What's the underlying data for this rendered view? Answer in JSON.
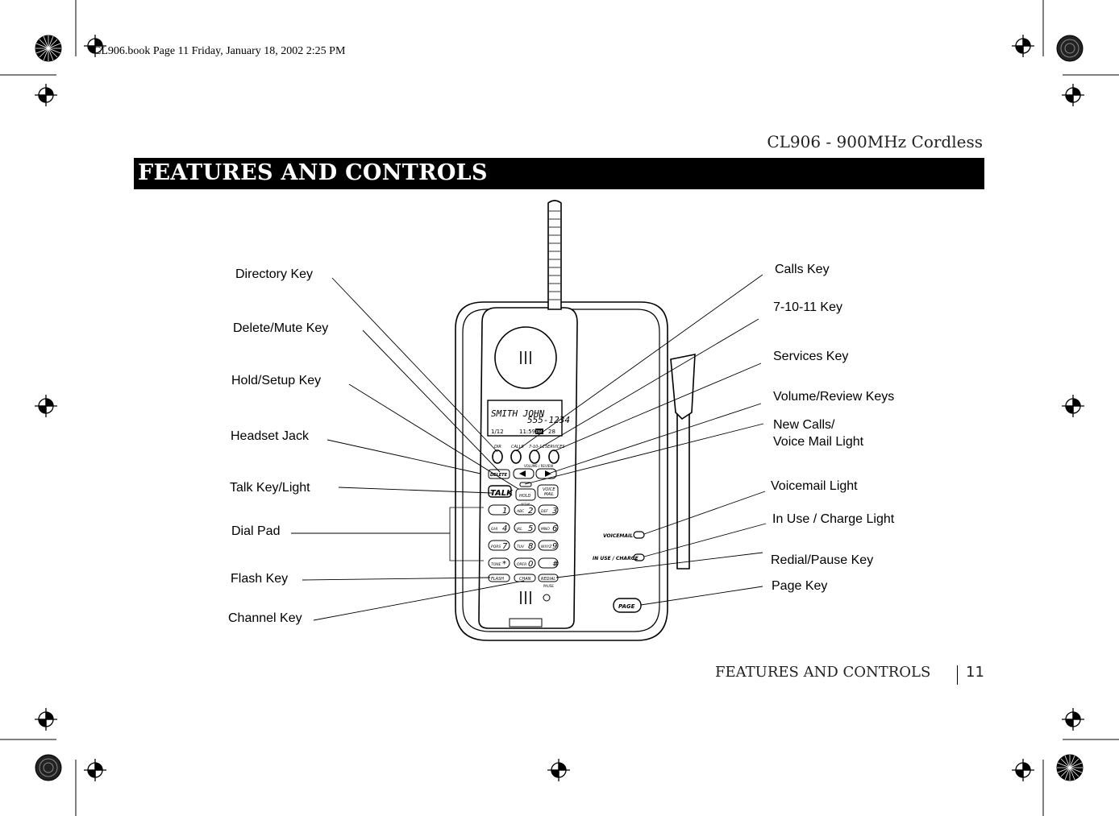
{
  "print_header": "CL906.book  Page 11  Friday, January 18, 2002  2:25 PM",
  "document_subtitle": "CL906 - 900MHz Cordless",
  "section_title": "FEATURES AND CONTROLS",
  "callouts_left": {
    "directory_key": "Directory Key",
    "delete_mute_key": "Delete/Mute Key",
    "hold_setup_key": "Hold/Setup Key",
    "headset_jack": "Headset Jack",
    "talk_key_light": "Talk Key/Light",
    "dial_pad": "Dial Pad",
    "flash_key": "Flash Key",
    "channel_key": "Channel Key"
  },
  "callouts_right": {
    "calls_key": "Calls Key",
    "seven_ten_eleven_key": "7-10-11 Key",
    "services_key": "Services Key",
    "volume_review_keys": "Volume/Review Keys",
    "new_calls_line1": "New Calls/",
    "new_calls_line2": "Voice Mail Light",
    "voicemail_light": "Voicemail Light",
    "in_use_charge_light": "In Use / Charge Light",
    "redial_pause_key": "Redial/Pause Key",
    "page_key": "Page Key"
  },
  "phone": {
    "display_name": "SMITH JOHN",
    "display_number": "555-1234",
    "display_date": "1/12",
    "display_time": "11:59",
    "display_ampm": "PM",
    "display_count": "28",
    "key_dir": "DIR",
    "key_calls": "CALLS",
    "key_7_10_11": "7-10-11",
    "key_services": "SERVICES",
    "key_delete": "DELETE",
    "volume_review": "VOLUME / REVIEW",
    "key_talk": "TALK",
    "key_hold": "HOLD",
    "key_voicemail_1": "VOICE",
    "key_voicemail_2": "MAIL",
    "setup": "SETUP",
    "keypad": [
      {
        "letters": "",
        "digit": "1"
      },
      {
        "letters": "ABC",
        "digit": "2"
      },
      {
        "letters": "DEF",
        "digit": "3"
      },
      {
        "letters": "GHI",
        "digit": "4"
      },
      {
        "letters": "JKL",
        "digit": "5"
      },
      {
        "letters": "MNO",
        "digit": "6"
      },
      {
        "letters": "PQRS",
        "digit": "7"
      },
      {
        "letters": "TUV",
        "digit": "8"
      },
      {
        "letters": "WXYZ",
        "digit": "9"
      },
      {
        "letters": "TONE",
        "digit": "*"
      },
      {
        "letters": "OPER",
        "digit": "0"
      },
      {
        "letters": "",
        "digit": "#"
      }
    ],
    "key_flash": "FLASH",
    "key_chan": "CHAN",
    "key_redial": "REDIAL",
    "pause": "PAUSE",
    "base_voicemail": "VOICEMAIL",
    "base_inuse": "IN USE / CHARGE",
    "base_page": "PAGE"
  },
  "footer_title": "FEATURES AND CONTROLS",
  "page_number": "11"
}
